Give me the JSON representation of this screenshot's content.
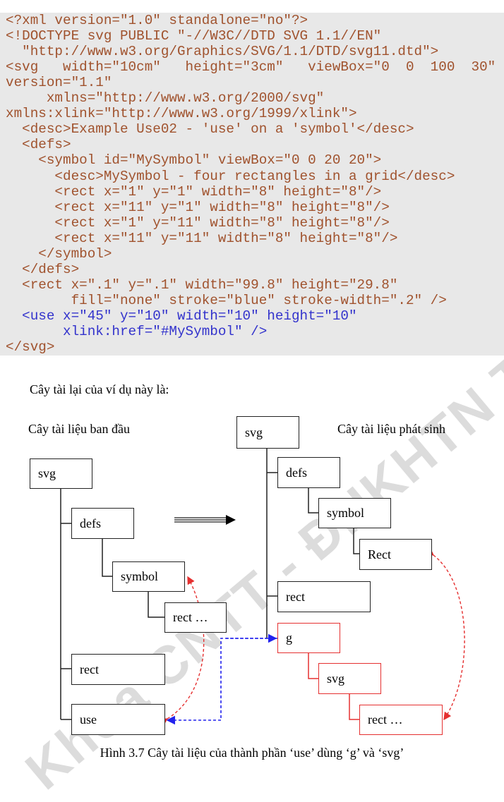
{
  "code_lines": [
    {
      "text": "<?xml version=\"1.0\" standalone=\"no\"?>",
      "color": "#a0522d"
    },
    {
      "text": "<!DOCTYPE svg PUBLIC \"-//W3C//DTD SVG 1.1//EN\"",
      "color": "#a0522d"
    },
    {
      "text": "  \"http://www.w3.org/Graphics/SVG/1.1/DTD/svg11.dtd\">",
      "color": "#a0522d"
    },
    {
      "text": "<svg   width=\"10cm\"   height=\"3cm\"   viewBox=\"0  0  100  30\"",
      "color": "#a0522d"
    },
    {
      "text": "version=\"1.1\"",
      "color": "#a0522d"
    },
    {
      "text": "     xmlns=\"http://www.w3.org/2000/svg\"",
      "color": "#a0522d"
    },
    {
      "text": "xmlns:xlink=\"http://www.w3.org/1999/xlink\">",
      "color": "#a0522d"
    },
    {
      "text": "  <desc>Example Use02 - 'use' on a 'symbol'</desc>",
      "color": "#a0522d"
    },
    {
      "text": "  <defs>",
      "color": "#a0522d"
    },
    {
      "text": "    <symbol id=\"MySymbol\" viewBox=\"0 0 20 20\">",
      "color": "#a0522d"
    },
    {
      "text": "      <desc>MySymbol - four rectangles in a grid</desc>",
      "color": "#a0522d"
    },
    {
      "text": "      <rect x=\"1\" y=\"1\" width=\"8\" height=\"8\"/>",
      "color": "#a0522d"
    },
    {
      "text": "      <rect x=\"11\" y=\"1\" width=\"8\" height=\"8\"/>",
      "color": "#a0522d"
    },
    {
      "text": "      <rect x=\"1\" y=\"11\" width=\"8\" height=\"8\"/>",
      "color": "#a0522d"
    },
    {
      "text": "      <rect x=\"11\" y=\"11\" width=\"8\" height=\"8\"/>",
      "color": "#a0522d"
    },
    {
      "text": "    </symbol>",
      "color": "#a0522d"
    },
    {
      "text": "  </defs>",
      "color": "#a0522d"
    },
    {
      "text": "  <rect x=\".1\" y=\".1\" width=\"99.8\" height=\"29.8\"",
      "color": "#a0522d"
    },
    {
      "text": "        fill=\"none\" stroke=\"blue\" stroke-width=\".2\" />",
      "color": "#a0522d"
    },
    {
      "text": "  <use x=\"45\" y=\"10\" width=\"10\" height=\"10\"",
      "color": "#3333cc"
    },
    {
      "text": "       xlink:href=\"#MySymbol\" />",
      "color": "#3333cc"
    },
    {
      "text": "</svg>",
      "color": "#a0522d"
    }
  ],
  "intro": "Cây tài lại của ví dụ này là:",
  "diagram": {
    "left_title": "Cây tài liệu ban đầu",
    "right_title": "Cây tài liệu phát sinh",
    "left_nodes": [
      "svg",
      "defs",
      "symbol",
      "rect …",
      "rect",
      "use"
    ],
    "right_nodes": [
      "svg",
      "defs",
      "symbol",
      "Rect",
      "rect",
      "g",
      "svg",
      "rect …"
    ],
    "generated_color": "#e53030",
    "link_color": "#2222ee"
  },
  "caption": "Hình 3.7 Cây tài liệu của thành phần ‘use’ dùng ‘g’ và ‘svg’",
  "watermark": "Khoa CNTT - ĐHKHTN TP.HCM"
}
